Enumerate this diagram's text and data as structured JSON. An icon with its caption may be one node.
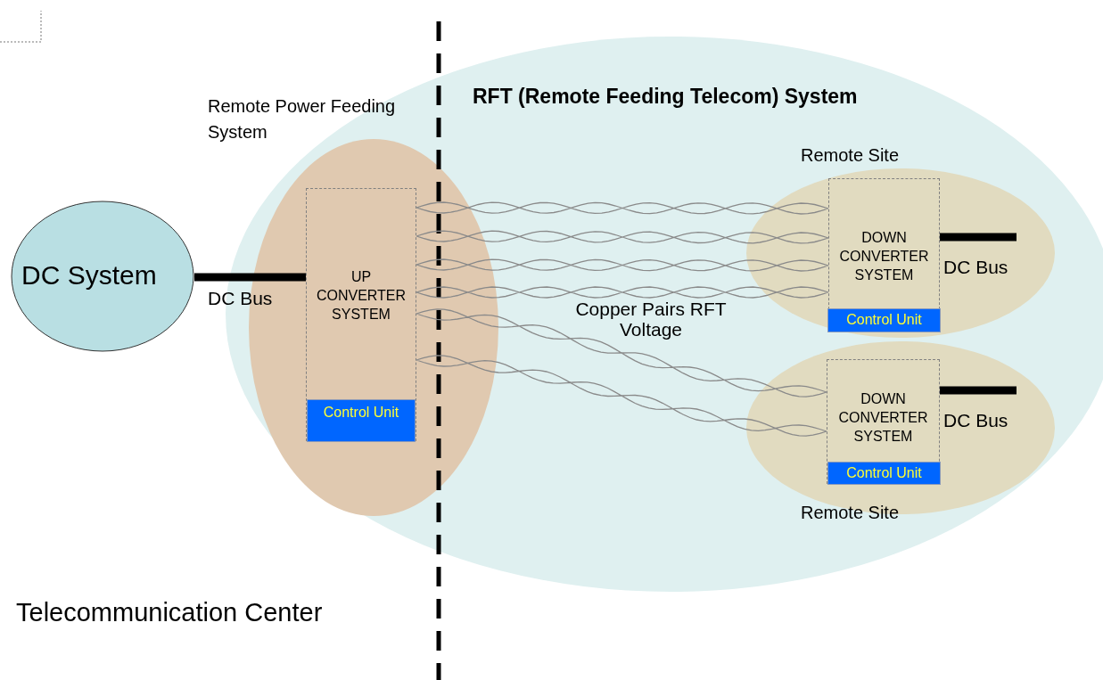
{
  "diagram": {
    "nodes": [
      {
        "text": [
          "RFT (Remote Feeding Telecom) System"
        ]
      },
      {
        "text": [
          "Remote Power Feeding System"
        ],
        "in": 0
      },
      {
        "text": [
          "UP CONVERTER SYSTEM"
        ],
        "in": 1
      },
      {
        "text": [
          "Control Unit"
        ],
        "in": 2
      },
      {
        "text": [
          "Remote Site"
        ],
        "in": 0
      },
      {
        "text": [
          "DOWN CONVERTER SYSTEM"
        ],
        "in": 4
      },
      {
        "text": [
          "Control Unit"
        ],
        "in": 5
      },
      {
        "text": [
          "Remote Site"
        ],
        "in": 0
      },
      {
        "text": [
          "DOWN CONVERTER SYSTEM"
        ],
        "in": 7
      },
      {
        "text": [
          "Control Unit"
        ],
        "in": 8
      },
      {
        "text": [
          "DC System"
        ]
      }
    ],
    "edges": [
      {
        "from": 10,
        "to": 2,
        "arrow": "none",
        "label": "DC Bus",
        "style": "thick",
        "color": "#000000"
      },
      {
        "from": 2,
        "to": 5,
        "arrow": "none"
      },
      {
        "from": 2,
        "to": 5,
        "arrow": "none"
      },
      {
        "from": 2,
        "to": 5,
        "arrow": "none"
      },
      {
        "from": 2,
        "to": 5,
        "arrow": "none"
      },
      {
        "from": 2,
        "to": 8,
        "arrow": "none"
      },
      {
        "from": 2,
        "to": 8,
        "arrow": "none"
      },
      {
        "from": 5,
        "to": null,
        "arrow": "none",
        "label": "DC Bus",
        "style": "thick",
        "color": "#000000"
      },
      {
        "from": 8,
        "to": null,
        "arrow": "none",
        "label": "DC Bus",
        "style": "thick",
        "color": "#000000"
      }
    ],
    "labels": [
      "Copper Pairs RFT Voltage",
      "Telecommunication Center"
    ]
  }
}
